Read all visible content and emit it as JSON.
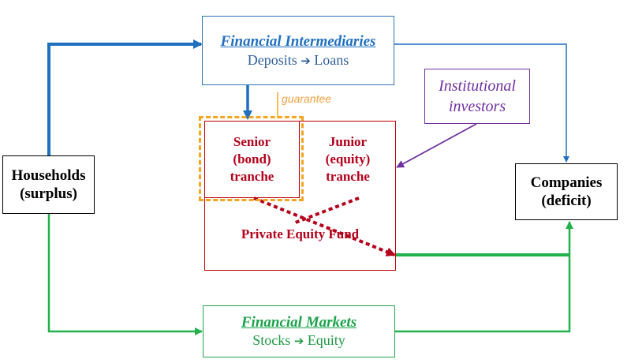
{
  "diagram": {
    "financial_intermediaries": {
      "title": "Financial Intermediaries",
      "flow_from": "Deposits",
      "flow_to": "Loans",
      "arrow": "➔"
    },
    "financial_markets": {
      "title": "Financial Markets",
      "flow_from": "Stocks",
      "flow_to": "Equity",
      "arrow": "➔"
    },
    "households": {
      "line1": "Households",
      "line2": "(surplus)"
    },
    "companies": {
      "line1": "Companies",
      "line2": "(deficit)"
    },
    "institutional_investors": {
      "line1": "Institutional",
      "line2": "investors"
    },
    "senior_tranche": {
      "line1": "Senior",
      "line2": "(bond)",
      "line3": "tranche"
    },
    "junior_tranche": {
      "line1": "Junior",
      "line2": "(equity)",
      "line3": "tranche"
    },
    "private_equity_fund": {
      "label": "Private Equity Fund"
    },
    "guarantee_label": "guarantee"
  },
  "colors": {
    "blue_flow": "#1f6fbf",
    "green_flow": "#22b14c",
    "red_flow": "#b3001b",
    "purple": "#7030a0",
    "orange_dashed": "#f4a522"
  }
}
